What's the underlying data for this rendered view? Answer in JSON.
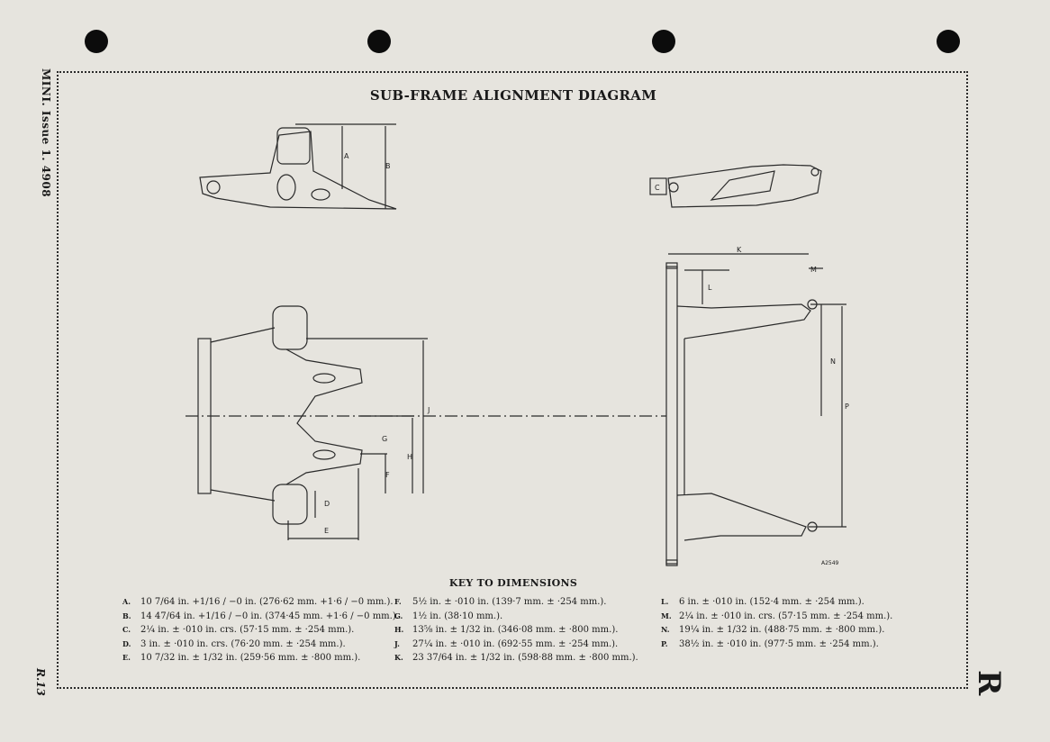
{
  "side": {
    "header": "MINI. Issue 1. 4908",
    "page_number": "R.13",
    "section_letter": "R"
  },
  "title": "SUB-FRAME ALIGNMENT DIAGRAM",
  "diagram": {
    "labels": [
      "A",
      "B",
      "C",
      "D",
      "E",
      "F",
      "G",
      "H",
      "J",
      "K",
      "L",
      "M",
      "N",
      "P"
    ],
    "ref_code": "A2549"
  },
  "key": {
    "title": "KEY TO DIMENSIONS",
    "col1": [
      {
        "letter": "A.",
        "text": "10 7/64 in. +1/16 / −0 in. (276·62 mm. +1·6 / −0 mm.)."
      },
      {
        "letter": "B.",
        "text": "14 47/64 in. +1/16 / −0 in. (374·45 mm. +1·6 / −0 mm.)."
      },
      {
        "letter": "C.",
        "text": "2¼ in. ± ·010 in. crs. (57·15 mm. ± ·254 mm.)."
      },
      {
        "letter": "D.",
        "text": "3 in. ± ·010 in. crs. (76·20 mm. ± ·254 mm.)."
      },
      {
        "letter": "E.",
        "text": "10 7/32 in. ± 1/32 in. (259·56 mm. ± ·800 mm.)."
      }
    ],
    "col2": [
      {
        "letter": "F.",
        "text": "5½ in. ± ·010 in. (139·7 mm. ± ·254 mm.)."
      },
      {
        "letter": "G.",
        "text": "1½ in. (38·10 mm.)."
      },
      {
        "letter": "H.",
        "text": "13⅝ in. ± 1/32 in. (346·08 mm. ± ·800 mm.)."
      },
      {
        "letter": "J.",
        "text": "27¼ in. ± ·010 in. (692·55 mm. ± ·254 mm.)."
      },
      {
        "letter": "K.",
        "text": "23 37/64 in. ± 1/32 in. (598·88 mm. ± ·800 mm.)."
      }
    ],
    "col3": [
      {
        "letter": "L.",
        "text": "6 in. ± ·010 in. (152·4 mm. ± ·254 mm.)."
      },
      {
        "letter": "M.",
        "text": "2¼ in. ± ·010 in. crs. (57·15 mm. ± ·254 mm.)."
      },
      {
        "letter": "N.",
        "text": "19¼ in. ± 1/32 in. (488·75 mm. ± ·800 mm.)."
      },
      {
        "letter": "P.",
        "text": "38½ in. ± ·010 in. (977·5 mm. ± ·254 mm.)."
      }
    ]
  }
}
